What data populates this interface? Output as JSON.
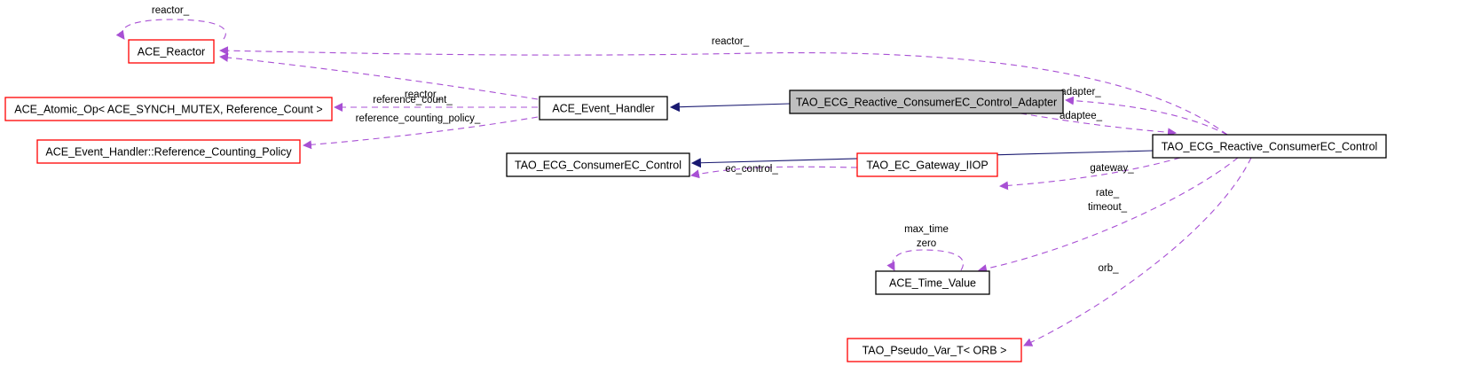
{
  "diagram": {
    "title": "Collaboration diagram for TAO_ECG_Reactive_ConsumerEC_Control_Adapter",
    "colors": {
      "usage_edge": "#9a32cd",
      "inherit_edge": "#191970",
      "undocumented_border": "#ff0000",
      "documented_border": "#000000",
      "focus_fill": "#bfbfbf",
      "node_fill": "#ffffff"
    },
    "nodes": [
      {
        "id": "ace_reactor",
        "label": "ACE_Reactor",
        "style": "undocumented"
      },
      {
        "id": "ace_atomic_op",
        "label": "ACE_Atomic_Op< ACE_SYNCH_MUTEX, Reference_Count >",
        "style": "undocumented"
      },
      {
        "id": "ref_counting_policy",
        "label": "ACE_Event_Handler::Reference_Counting_Policy",
        "style": "undocumented"
      },
      {
        "id": "ace_event_handler",
        "label": "ACE_Event_Handler",
        "style": "documented"
      },
      {
        "id": "adapter",
        "label": "TAO_ECG_Reactive_ConsumerEC_Control_Adapter",
        "style": "focus"
      },
      {
        "id": "consumer_ec_control",
        "label": "TAO_ECG_ConsumerEC_Control",
        "style": "documented"
      },
      {
        "id": "reactive_control",
        "label": "TAO_ECG_Reactive_ConsumerEC_Control",
        "style": "documented"
      },
      {
        "id": "gateway_iiop",
        "label": "TAO_EC_Gateway_IIOP",
        "style": "undocumented"
      },
      {
        "id": "time_value",
        "label": "ACE_Time_Value",
        "style": "documented"
      },
      {
        "id": "pseudo_var",
        "label": "TAO_Pseudo_Var_T< ORB >",
        "style": "undocumented"
      }
    ],
    "edges": [
      {
        "from": "ace_reactor",
        "to": "ace_reactor",
        "type": "usage",
        "label": "reactor_"
      },
      {
        "from": "reactive_control",
        "to": "ace_reactor",
        "type": "usage",
        "label": "reactor_"
      },
      {
        "from": "ace_event_handler",
        "to": "ace_reactor",
        "type": "usage",
        "label": "reactor_"
      },
      {
        "from": "ace_event_handler",
        "to": "ace_atomic_op",
        "type": "usage",
        "label": "reference_count_"
      },
      {
        "from": "ace_event_handler",
        "to": "ref_counting_policy",
        "type": "usage",
        "label": "reference_counting_policy_"
      },
      {
        "from": "adapter",
        "to": "ace_event_handler",
        "type": "inherit",
        "label": ""
      },
      {
        "from": "reactive_control",
        "to": "adapter",
        "type": "usage",
        "label": "adapter_"
      },
      {
        "from": "adapter",
        "to": "reactive_control",
        "type": "usage",
        "label": "adaptee_"
      },
      {
        "from": "reactive_control",
        "to": "consumer_ec_control",
        "type": "inherit",
        "label": ""
      },
      {
        "from": "gateway_iiop",
        "to": "consumer_ec_control",
        "type": "usage",
        "label": "ec_control_"
      },
      {
        "from": "reactive_control",
        "to": "gateway_iiop",
        "type": "usage",
        "label": "gateway_"
      },
      {
        "from": "reactive_control",
        "to": "time_value",
        "type": "usage",
        "label": "rate_\ntimeout_"
      },
      {
        "from": "time_value",
        "to": "time_value",
        "type": "usage",
        "label": "max_time\nzero"
      },
      {
        "from": "reactive_control",
        "to": "pseudo_var",
        "type": "usage",
        "label": "orb_"
      }
    ]
  }
}
